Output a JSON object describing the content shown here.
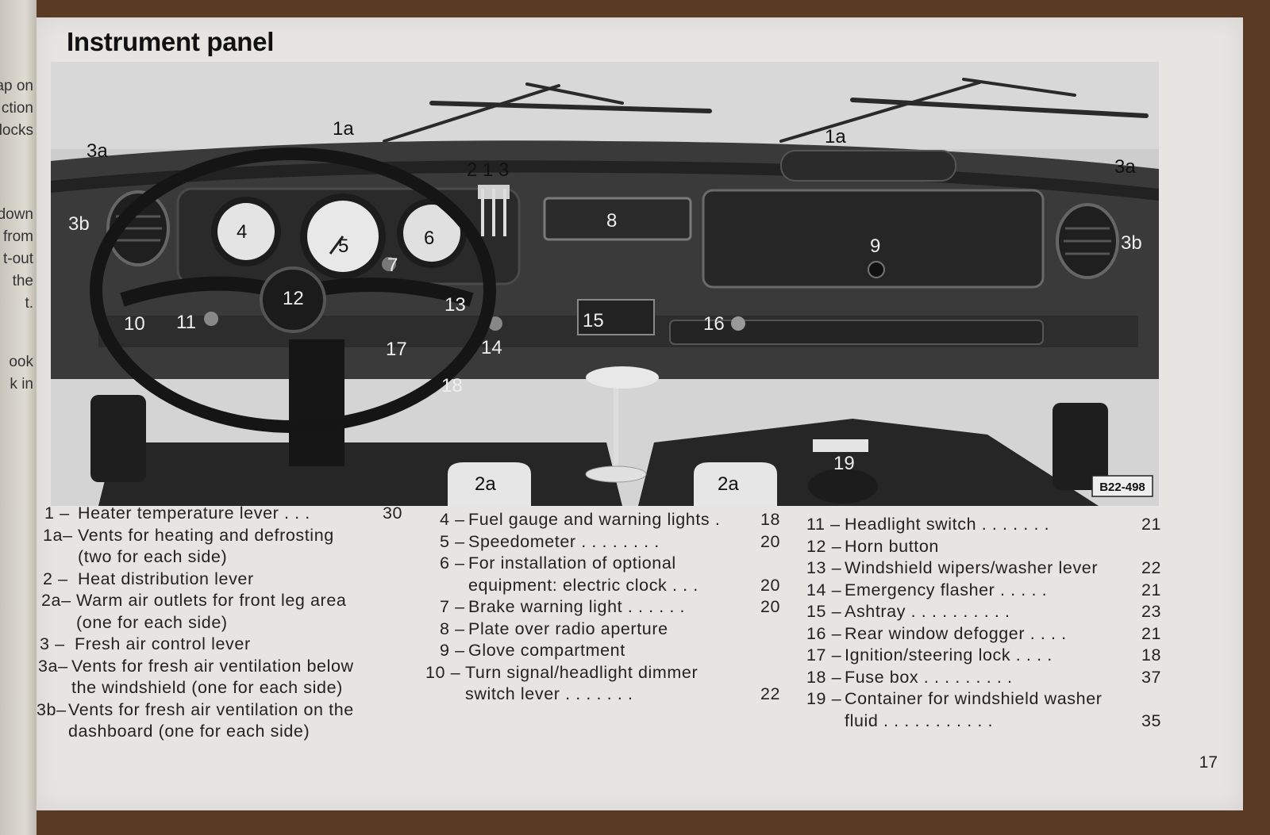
{
  "page": {
    "title": "Instrument panel",
    "page_number": "17",
    "figure_code": "B22-498"
  },
  "left_page_fragments": [
    "ap on",
    "ction",
    "locks",
    "down",
    "from",
    "t-out",
    "the",
    "t.",
    "ook",
    "k in"
  ],
  "callouts": {
    "c1a_left": "1a",
    "c1a_right": "1a",
    "c3a_left": "3a",
    "c3a_right": "3a",
    "c3b_left": "3b",
    "c3b_right": "3b",
    "c213": "2 1 3",
    "c4": "4",
    "c5": "5",
    "c6": "6",
    "c7": "7",
    "c8": "8",
    "c9": "9",
    "c10": "10",
    "c11": "11",
    "c12": "12",
    "c13": "13",
    "c14": "14",
    "c15": "15",
    "c16": "16",
    "c17": "17",
    "c18": "18",
    "c19": "19",
    "c2a_left": "2a",
    "c2a_right": "2a"
  },
  "legend": {
    "col1": [
      {
        "num": "1 –",
        "lines": [
          "Heater temperature lever . . ."
        ],
        "page": "30"
      },
      {
        "num": "1a–",
        "lines": [
          "Vents for heating and defrosting",
          "(two for each side)"
        ],
        "page": ""
      },
      {
        "num": "2 –",
        "lines": [
          "Heat distribution lever"
        ],
        "page": ""
      },
      {
        "num": "2a–",
        "lines": [
          "Warm air outlets for front leg area",
          "(one for each side)"
        ],
        "page": ""
      },
      {
        "num": "3 –",
        "lines": [
          "Fresh air control lever"
        ],
        "page": ""
      },
      {
        "num": "3a–",
        "lines": [
          "Vents for fresh air ventilation below",
          "the windshield (one for each side)"
        ],
        "page": ""
      },
      {
        "num": "3b–",
        "lines": [
          "Vents for fresh air ventilation on the",
          "dashboard (one for each side)"
        ],
        "page": ""
      }
    ],
    "col2": [
      {
        "num": "4 –",
        "lines": [
          "Fuel gauge and warning lights ."
        ],
        "page": "18"
      },
      {
        "num": "5 –",
        "lines": [
          "Speedometer . . . . . . . ."
        ],
        "page": "20"
      },
      {
        "num": "6 –",
        "lines": [
          "For installation of optional",
          "equipment: electric clock . . ."
        ],
        "page": "20"
      },
      {
        "num": "7 –",
        "lines": [
          "Brake warning light . . . . . ."
        ],
        "page": "20"
      },
      {
        "num": "8 –",
        "lines": [
          "Plate over radio aperture"
        ],
        "page": ""
      },
      {
        "num": "9 –",
        "lines": [
          "Glove compartment"
        ],
        "page": ""
      },
      {
        "num": "10 –",
        "lines": [
          "Turn signal/headlight dimmer",
          "switch lever . . . . . . ."
        ],
        "page": "22"
      }
    ],
    "col3": [
      {
        "num": "11 –",
        "lines": [
          "Headlight switch . . . . . . ."
        ],
        "page": "21"
      },
      {
        "num": "12 –",
        "lines": [
          "Horn button"
        ],
        "page": ""
      },
      {
        "num": "13 –",
        "lines": [
          "Windshield wipers/washer lever"
        ],
        "page": "22"
      },
      {
        "num": "14 –",
        "lines": [
          "Emergency flasher . . . . ."
        ],
        "page": "21"
      },
      {
        "num": "15 –",
        "lines": [
          "Ashtray . . . . . . . . . ."
        ],
        "page": "23"
      },
      {
        "num": "16 –",
        "lines": [
          "Rear window defogger . . . ."
        ],
        "page": "21"
      },
      {
        "num": "17 –",
        "lines": [
          "Ignition/steering lock . . . ."
        ],
        "page": "18"
      },
      {
        "num": "18 –",
        "lines": [
          "Fuse box . . . . . . . . ."
        ],
        "page": "37"
      },
      {
        "num": "19 –",
        "lines": [
          "Container for windshield washer",
          "fluid . . . . . . . . . . ."
        ],
        "page": "35"
      }
    ]
  }
}
